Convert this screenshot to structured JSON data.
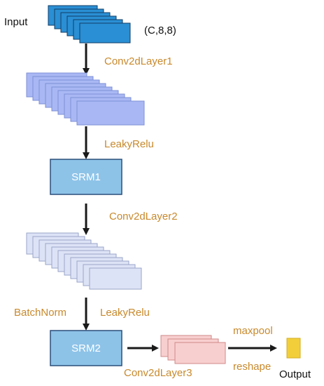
{
  "labels": {
    "input": "Input",
    "input_shape": "(C,8,8)",
    "conv1": "Conv2dLayer1",
    "leaky1": "LeakyRelu",
    "srm1": "SRM1",
    "conv2": "Conv2dLayer2",
    "batchnorm": "BatchNorm",
    "leaky2": "LeakyRelu",
    "srm2": "SRM2",
    "conv3": "Conv2dLayer3",
    "maxpool": "maxpool",
    "reshape": "reshape",
    "output": "Output"
  },
  "colors": {
    "input_stack": "#2a8fd4",
    "stack2": "#a9b8f4",
    "stack3": "#dde3f6",
    "stack4": "#f8cfcf",
    "srm_box": "#8ec3e8",
    "output_block": "#f2cf3a",
    "label_orange": "#c8892c"
  }
}
